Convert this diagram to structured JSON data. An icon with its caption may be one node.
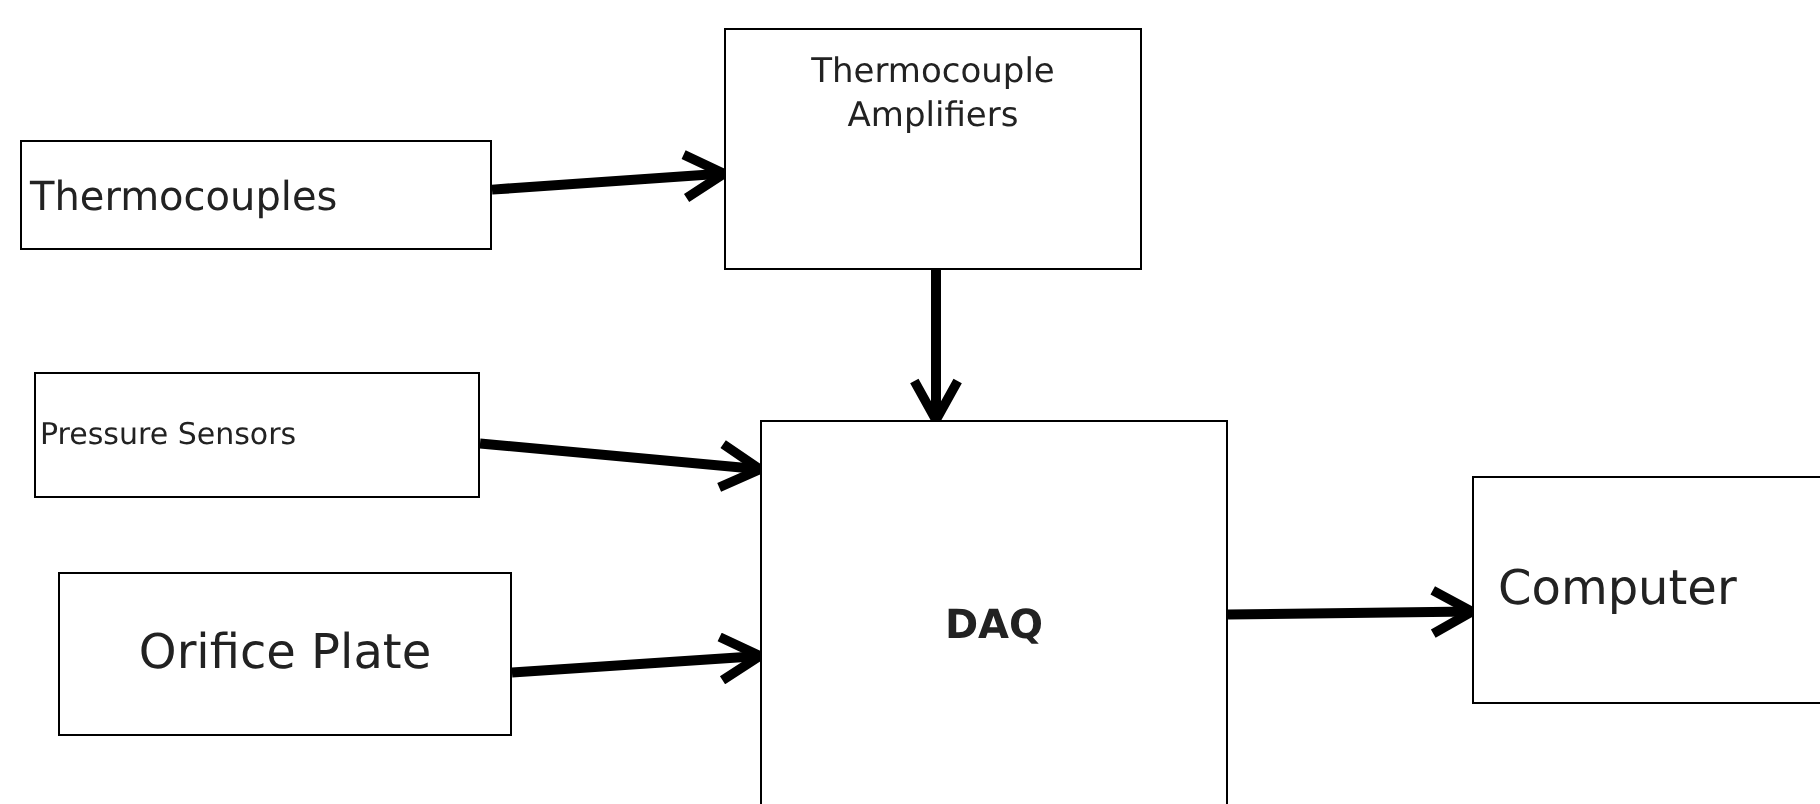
{
  "diagram": {
    "nodes": [
      {
        "text": [
          "Thermocouples"
        ]
      },
      {
        "text": [
          "Thermocouple Amplifiers"
        ]
      },
      {
        "text": [
          "Pressure Sensors"
        ]
      },
      {
        "text": [
          "Orifice Plate"
        ]
      },
      {
        "text": [
          "DAQ"
        ]
      },
      {
        "text": [
          "Computer"
        ]
      }
    ],
    "edges": [
      {
        "from": 0,
        "to": 1,
        "arrow": "to"
      },
      {
        "from": 1,
        "to": 4,
        "arrow": "to"
      },
      {
        "from": 2,
        "to": 4,
        "arrow": "to"
      },
      {
        "from": 3,
        "to": 4,
        "arrow": "to"
      },
      {
        "from": 4,
        "to": 5,
        "arrow": "to"
      }
    ]
  }
}
